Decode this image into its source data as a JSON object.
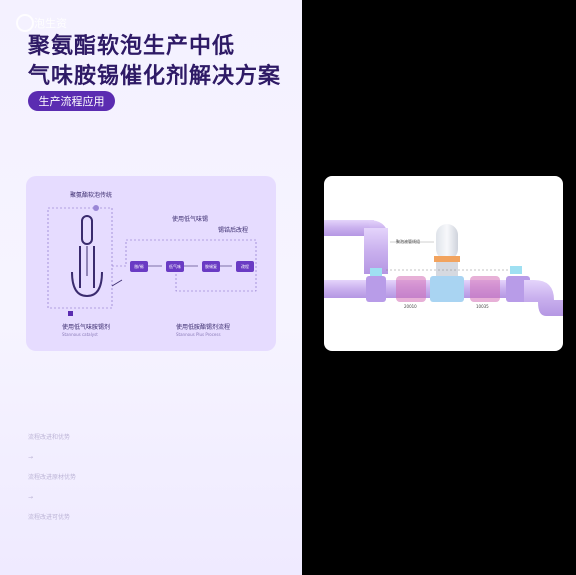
{
  "logo": {
    "text": "泡生资"
  },
  "header": {
    "title_line1": "聚氨酯软泡生产中低",
    "title_line2": "气味胺锡催化剂解决方案",
    "pill_label": "生产流程应用"
  },
  "flow_card": {
    "top_label": "聚氨酯软泡传统",
    "mid_label": "使用低气味锡",
    "sub_label": "锡锆后改程",
    "nodes": [
      "胺/锡",
      "低气味",
      "胺锡复",
      "改程"
    ],
    "bottom_left_label": "使用低气味胺锡剂",
    "bottom_left_sub": "Stannous catalyst",
    "bottom_right_label": "使用低胺酯锡剂流程",
    "bottom_right_sub": "Stannous Plus Process"
  },
  "bottom_list": {
    "items": [
      "流程改进和优势",
      "流程改进原材优势",
      "流程改进可优势"
    ],
    "arrow": "→"
  },
  "pipe_diagram": {
    "callout": "聚泡液管线组",
    "left_tag": "20010",
    "right_tag": "10035"
  },
  "colors": {
    "accent": "#5b2cb1",
    "title": "#2e1a66",
    "card": "#e6dcff",
    "pipe": "#cbb3ef"
  }
}
